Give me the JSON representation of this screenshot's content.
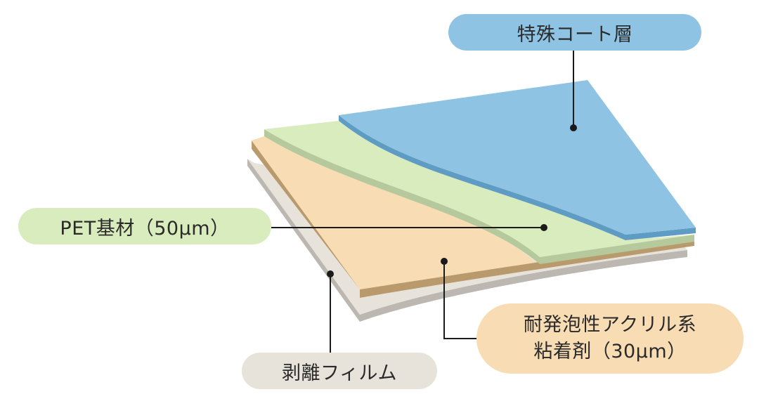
{
  "labels": {
    "coat_layer": "特殊コート層",
    "pet_base": "PET基材（50μm）",
    "adhesive_line1": "耐発泡性アクリル系",
    "adhesive_line2": "粘着剤（30μm）",
    "release_film": "剥離フィルム"
  },
  "colors": {
    "coat_layer": "#8ec3e3",
    "pet_base": "#d9ecbd",
    "adhesive": "#f8dcb4",
    "adhesive_edge": "#b99a6c",
    "release_film": "#e7e2da",
    "release_edge": "#bcb7b0",
    "leader_line": "#1a1a1a"
  }
}
